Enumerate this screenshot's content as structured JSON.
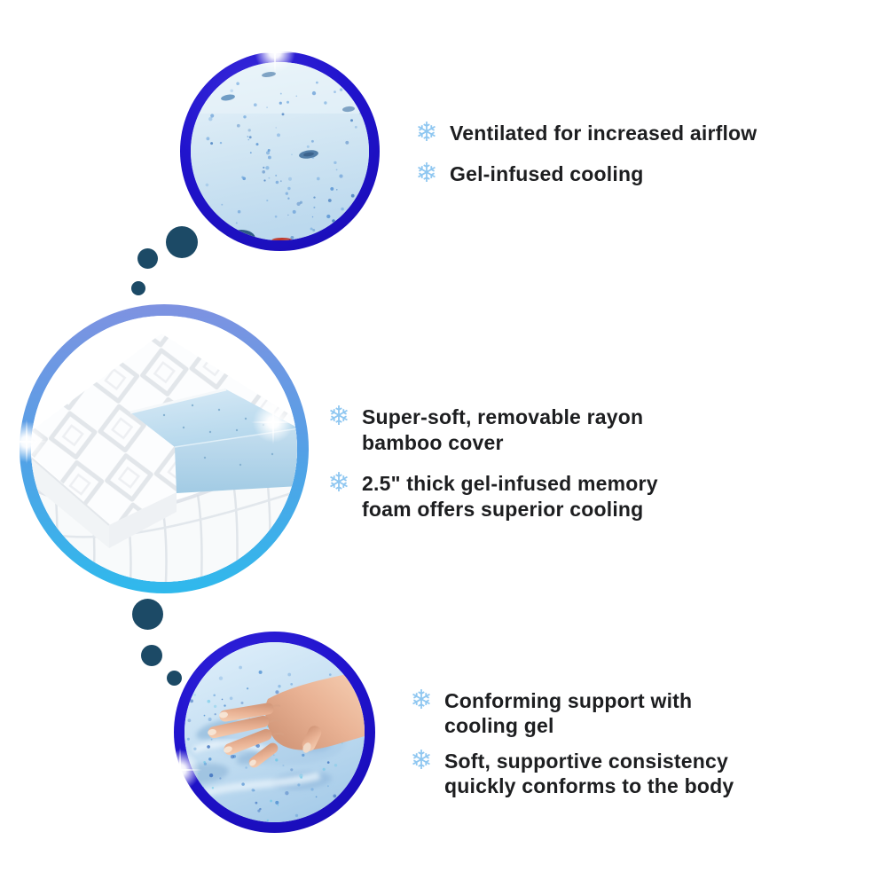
{
  "colors": {
    "background": "#ffffff",
    "text": "#1d1e20",
    "snowflake_blue": "#8fc7f1",
    "ring_indigo": "#2013cd",
    "ring_gradient_top": "#7e92e1",
    "ring_gradient_bottom": "#2fb9ec",
    "trail_dot": "#1c4a66",
    "foam_blue_light": "#d5e8f5",
    "foam_blue_deep": "#a9cee9",
    "gel_block_blue": "#bcdcee",
    "skin_tone": "#e7b091"
  },
  "icons": {
    "snowflake_glyph": "❄"
  },
  "sections": [
    {
      "name": "ventilated-airflow",
      "photo": "gel-infused foam surface close-up with ventilation holes",
      "bullets": [
        {
          "lines": [
            "Ventilated for increased airflow"
          ]
        },
        {
          "lines": [
            "Gel-infused cooling"
          ]
        }
      ]
    },
    {
      "name": "bamboo-cover-topper",
      "photo": "mattress topper corner showing rayon bamboo cover and exposed gel memory foam block",
      "bullets": [
        {
          "lines": [
            "Super-soft, removable rayon",
            "bamboo cover"
          ]
        },
        {
          "lines": [
            "2.5\" thick gel-infused memory",
            "foam offers superior cooling"
          ]
        }
      ]
    },
    {
      "name": "conforming-support",
      "photo": "hand pressing into soft blue gel memory foam",
      "bullets": [
        {
          "lines": [
            "Conforming support with",
            "cooling gel"
          ]
        },
        {
          "lines": [
            "Soft, supportive consistency",
            "quickly conforms to the body"
          ]
        }
      ]
    }
  ]
}
